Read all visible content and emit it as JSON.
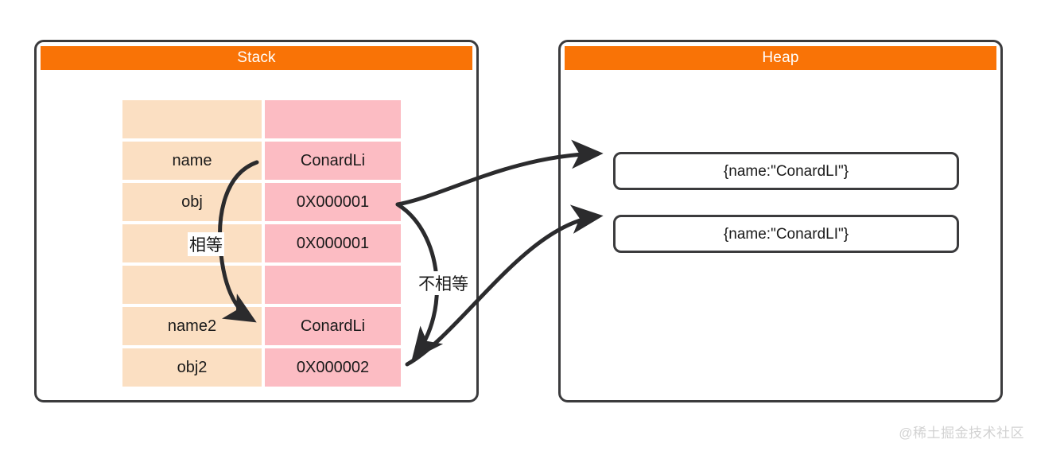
{
  "diagram": {
    "title_hidden": "JavaScript stack and heap memory reference diagram",
    "colors": {
      "header_orange": "#f97306",
      "key_cell": "#fbdfc2",
      "value_cell": "#fcbcc3",
      "stroke": "#3b3b3d",
      "canvas": "#ffffff",
      "watermark": "#d2d2d2"
    }
  },
  "stack": {
    "header": "Stack",
    "rows": [
      {
        "key": "",
        "value": ""
      },
      {
        "key": "name",
        "value": "ConardLi"
      },
      {
        "key": "obj",
        "value": "0X000001"
      },
      {
        "key": "",
        "value": "0X000001"
      },
      {
        "key": "",
        "value": ""
      },
      {
        "key": "name2",
        "value": "ConardLi"
      },
      {
        "key": "obj2",
        "value": "0X000002"
      }
    ]
  },
  "heap": {
    "header": "Heap",
    "boxes": [
      {
        "label": "{name:\"ConardLI\"}"
      },
      {
        "label": "{name:\"ConardLI\"}"
      }
    ]
  },
  "edges": {
    "equal_label": "相等",
    "not_equal_label": "不相等"
  },
  "watermark": {
    "text": "@稀土掘金技术社区"
  }
}
